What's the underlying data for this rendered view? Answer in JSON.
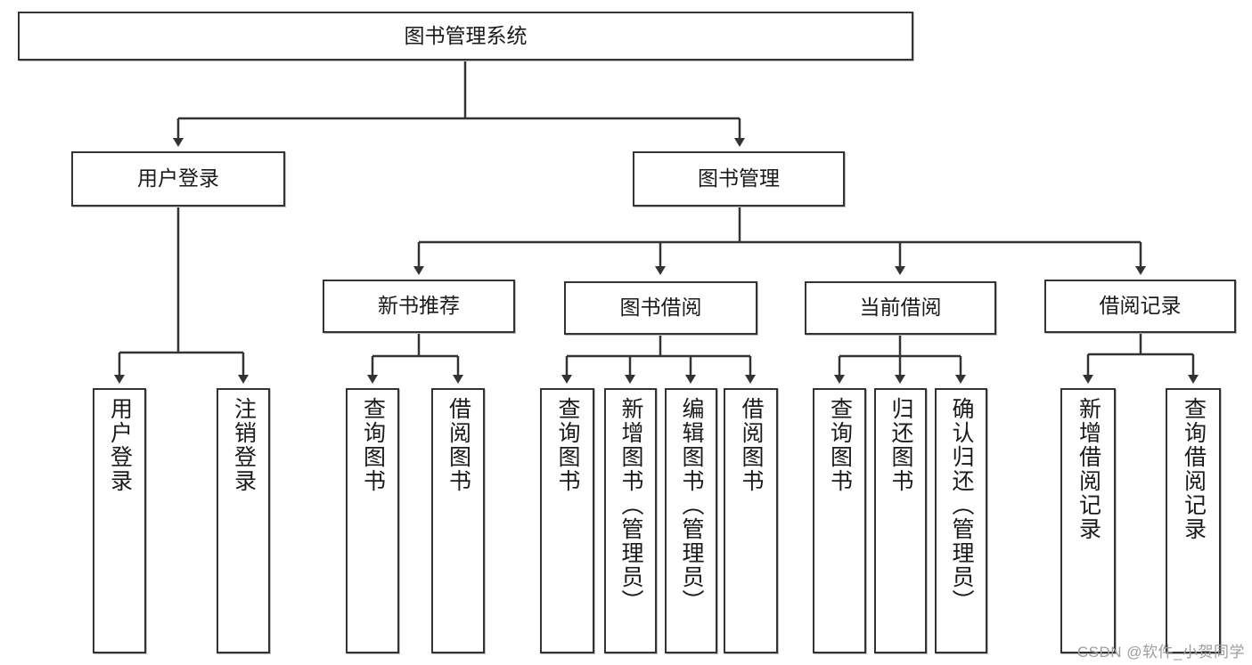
{
  "diagram": {
    "title": "图书管理系统",
    "type": "hierarchy-tree",
    "watermark": "CSDN @软件_小贺同学",
    "colors": {
      "stroke": "#333333",
      "fill": "#ffffff",
      "text": "#1a1a1a",
      "watermark": "#9d9d9d"
    },
    "levels": {
      "root": {
        "label": "图书管理系统"
      },
      "level2": [
        {
          "label": "用户登录"
        },
        {
          "label": "图书管理"
        }
      ],
      "level3": [
        {
          "label": "新书推荐"
        },
        {
          "label": "图书借阅"
        },
        {
          "label": "当前借阅"
        },
        {
          "label": "借阅记录"
        }
      ],
      "leaves": {
        "user_login": [
          {
            "label": "用户登录"
          },
          {
            "label": "注销登录"
          }
        ],
        "new_book_recommend": [
          {
            "label": "查询图书"
          },
          {
            "label": "借阅图书"
          }
        ],
        "book_borrow": [
          {
            "label": "查询图书"
          },
          {
            "label": "新增图书（管理员）"
          },
          {
            "label": "编辑图书（管理员）"
          },
          {
            "label": "借阅图书"
          }
        ],
        "current_borrow": [
          {
            "label": "查询图书"
          },
          {
            "label": "归还图书"
          },
          {
            "label": "确认归还（管理员）"
          }
        ],
        "borrow_record": [
          {
            "label": "新增借阅记录"
          },
          {
            "label": "查询借阅记录"
          }
        ]
      }
    }
  }
}
